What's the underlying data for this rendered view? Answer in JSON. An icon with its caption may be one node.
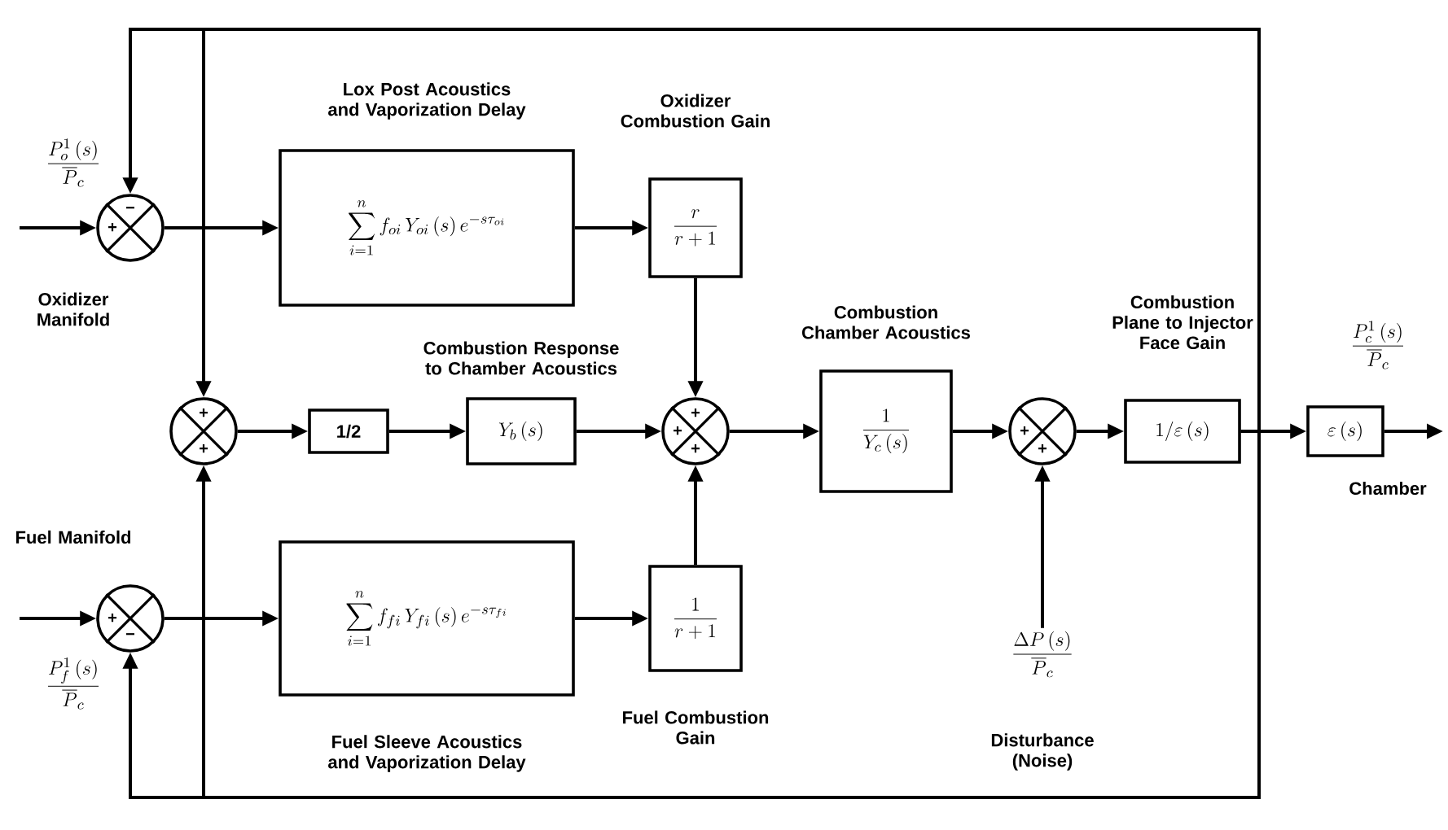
{
  "diagram": {
    "nodes": [
      {
        "text": [
          "+",
          "−"
        ],
        "beside": [
          "Oxidizer Manifold"
        ]
      },
      {
        "text": [
          "Lox Post Acoustics and Vaporization Delay",
          "\\sum_{i=1}^{n} f_{oi}\\,Y_{oi}\\,(s)\\,e^{-s\\tau_{oi}}"
        ]
      },
      {
        "text": [
          "Oxidizer Combustion Gain",
          "\\frac{r}{r+1}"
        ]
      },
      {
        "text": [
          "+",
          "+"
        ]
      },
      {
        "text": [
          "1/2"
        ]
      },
      {
        "text": [
          "Combustion Response to Chamber Acoustics",
          "Y_{b}\\,(s)"
        ]
      },
      {
        "text": [
          "+",
          "+",
          "+"
        ]
      },
      {
        "text": [
          "Combustion Chamber Acoustics",
          "\\frac{1}{Y_{c}\\,(s)}"
        ]
      },
      {
        "text": [
          "+",
          "+"
        ]
      },
      {
        "text": [
          "Combustion Plane to Injector Face Gain",
          "1/\\varepsilon\\,(s)"
        ]
      },
      {
        "text": [
          "\\varepsilon\\,(s)"
        ],
        "beside": [
          "Chamber"
        ]
      },
      {
        "text": [
          "+",
          "−"
        ],
        "beside": [
          "Fuel Manifold"
        ]
      },
      {
        "text": [
          "\\sum_{i=1}^{n} f_{fi}\\,Y_{fi}\\,(s)\\,e^{-s\\tau_{fi}}",
          "Fuel Sleeve Acoustics and Vaporization Delay"
        ]
      },
      {
        "text": [
          "\\frac{1}{r+1}",
          "Fuel Combustion Gain"
        ]
      },
      {
        "text": [
          "\\frac{\\Delta P\\,(s)}{\\overline{P}_{c}}",
          "Disturbance (Noise)"
        ]
      }
    ],
    "edges": [
      {
        "from": null,
        "to": 0,
        "arrow": "to",
        "label": "\\frac{P_{o}^{1}\\,(s)}{\\overline{P}_{c}}"
      },
      {
        "from": 0,
        "to": 1,
        "arrow": "to"
      },
      {
        "from": 1,
        "to": 2,
        "arrow": "to"
      },
      {
        "from": 2,
        "to": 6,
        "arrow": "to"
      },
      {
        "from": 3,
        "to": 4,
        "arrow": "to"
      },
      {
        "from": 4,
        "to": 5,
        "arrow": "to"
      },
      {
        "from": 5,
        "to": 6,
        "arrow": "to"
      },
      {
        "from": 6,
        "to": 7,
        "arrow": "to"
      },
      {
        "from": 7,
        "to": 8,
        "arrow": "to"
      },
      {
        "from": 14,
        "to": 8,
        "arrow": "to"
      },
      {
        "from": 8,
        "to": 9,
        "arrow": "to"
      },
      {
        "from": 9,
        "to": 10,
        "arrow": "to"
      },
      {
        "from": 10,
        "to": null,
        "arrow": "to",
        "label": "\\frac{P_{c}^{1}\\,(s)}{\\overline{P}_{c}}"
      },
      {
        "from": 9,
        "to": 0,
        "arrow": "to"
      },
      {
        "from": 9,
        "to": 3,
        "arrow": "to"
      },
      {
        "from": 9,
        "to": 11,
        "arrow": "to"
      },
      {
        "from": 9,
        "to": 3,
        "arrow": "to"
      },
      {
        "from": null,
        "to": 11,
        "arrow": "to",
        "label": "\\frac{P_{f}^{1}\\,(s)}{\\overline{P}_{c}}"
      },
      {
        "from": 11,
        "to": 12,
        "arrow": "to"
      },
      {
        "from": 12,
        "to": 13,
        "arrow": "to"
      },
      {
        "from": 13,
        "to": 6,
        "arrow": "to"
      }
    ]
  }
}
